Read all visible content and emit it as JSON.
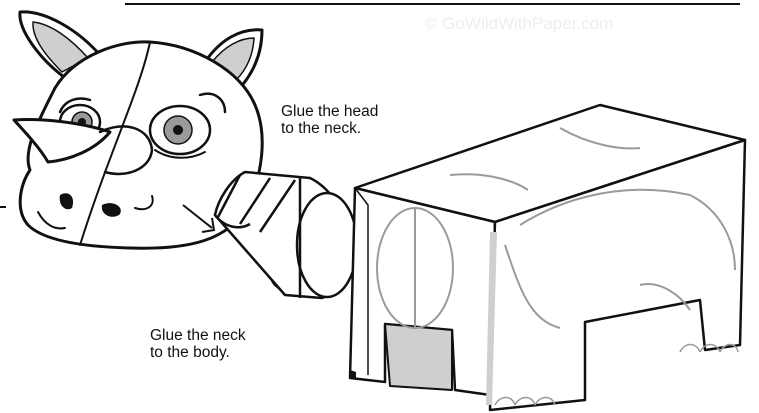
{
  "watermark": "© GoWildWithPaper.com",
  "instructions": {
    "head_to_neck": [
      "Glue the head",
      "to the neck."
    ],
    "neck_to_body": [
      "Glue the neck",
      "to the body."
    ]
  },
  "colors": {
    "ink": "#111111",
    "gray_fill": "#cfcfcf",
    "light_line": "#9a9a9a",
    "watermark": "#eeeeee"
  },
  "icons": [
    "rhino-head-icon",
    "rhino-neck-piece-icon",
    "rhino-body-box-icon",
    "arrow-icon"
  ]
}
